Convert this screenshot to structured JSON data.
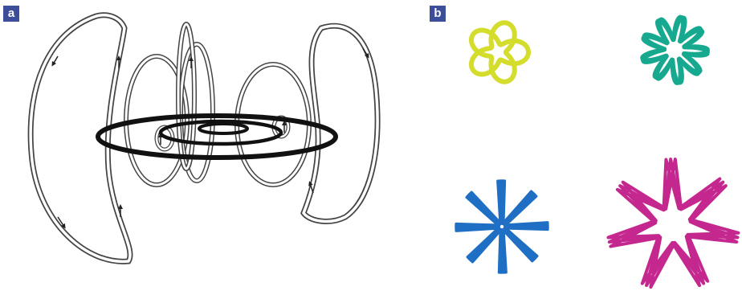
{
  "panels": {
    "a": {
      "label": "a"
    },
    "b": {
      "label": "b"
    }
  },
  "colors": {
    "label_bg": "#3c4e99",
    "ring_black": "#111111",
    "loop_outline": "#4a4a4a",
    "loop_fill": "#ffffff",
    "knot_yellow": "#d4dc2c",
    "knot_teal": "#17a98f",
    "knot_blue": "#1f6fc4",
    "knot_magenta": "#c4288f"
  },
  "shapes_b": [
    {
      "name": "yellow-rosette",
      "color": "yellow"
    },
    {
      "name": "teal-rosette",
      "color": "teal"
    },
    {
      "name": "blue-star",
      "color": "blue"
    },
    {
      "name": "magenta-star",
      "color": "magenta"
    }
  ]
}
